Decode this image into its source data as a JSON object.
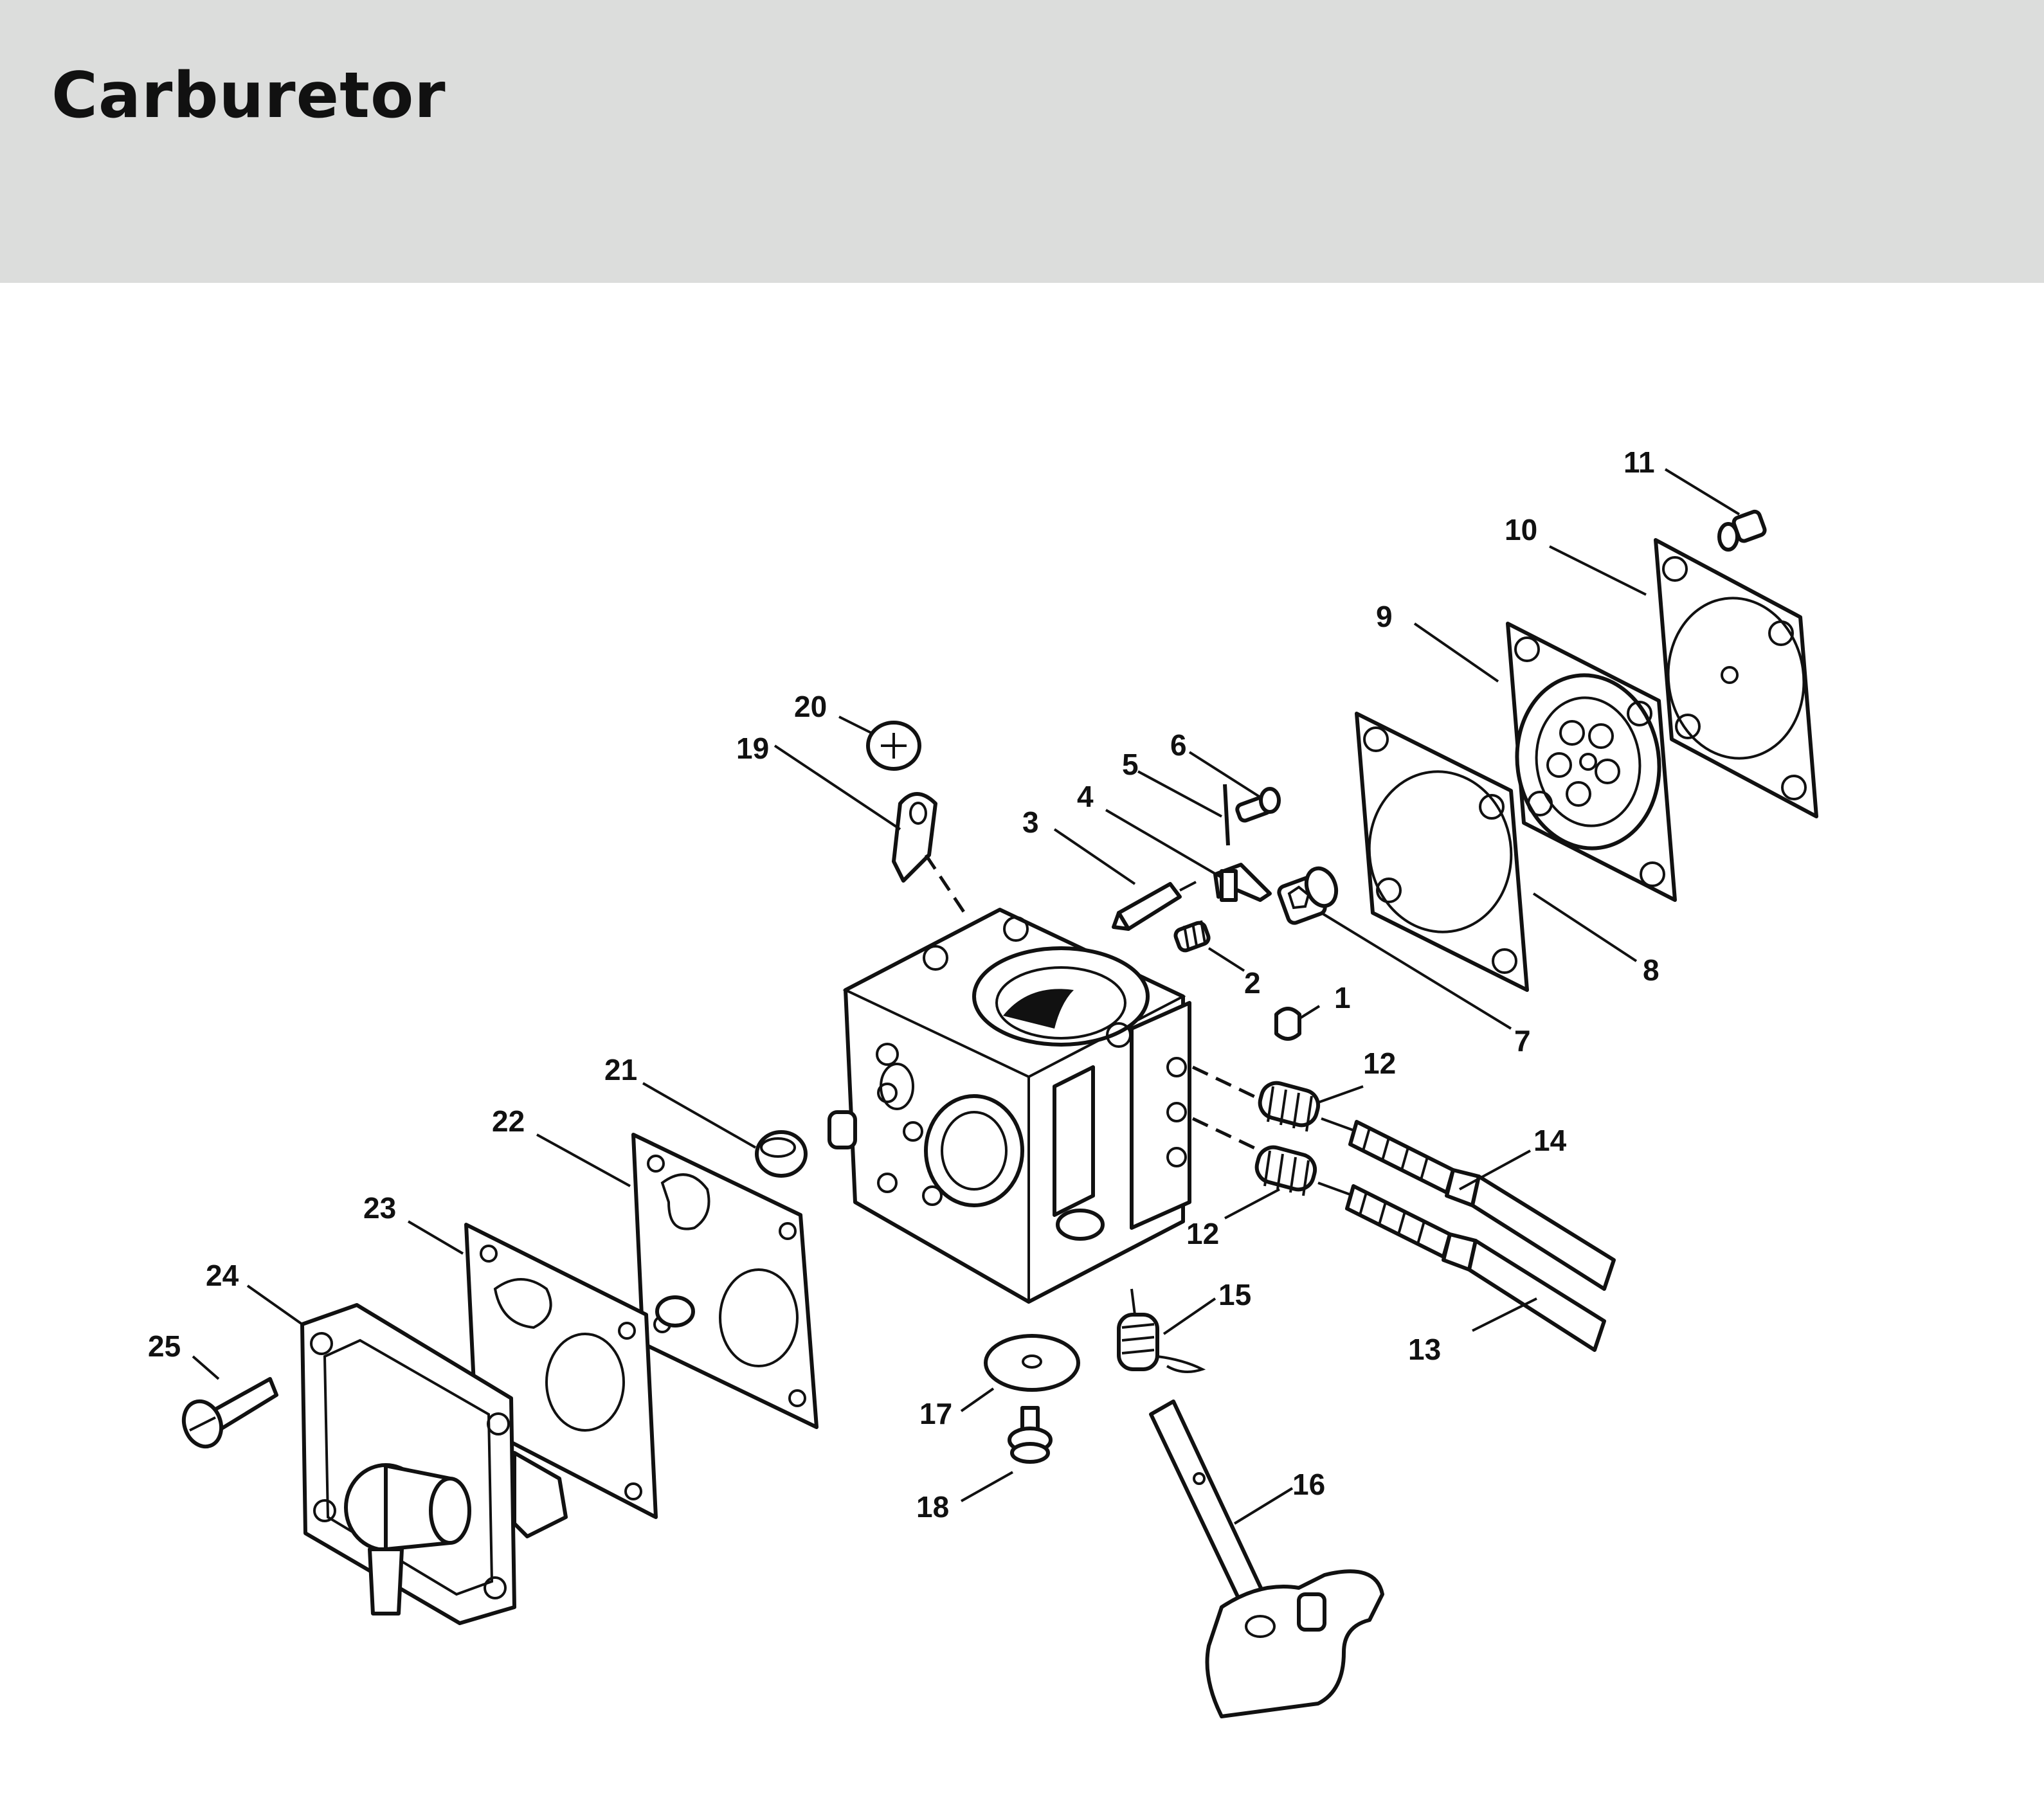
{
  "header": {
    "title": "Carburetor",
    "background": "#dcdddc"
  },
  "parts": [
    {
      "number": "1"
    },
    {
      "number": "2"
    },
    {
      "number": "3"
    },
    {
      "number": "4"
    },
    {
      "number": "5"
    },
    {
      "number": "6"
    },
    {
      "number": "7"
    },
    {
      "number": "8"
    },
    {
      "number": "9"
    },
    {
      "number": "10"
    },
    {
      "number": "11"
    },
    {
      "number": "12"
    },
    {
      "number": "12"
    },
    {
      "number": "13"
    },
    {
      "number": "14"
    },
    {
      "number": "15"
    },
    {
      "number": "16"
    },
    {
      "number": "17"
    },
    {
      "number": "18"
    },
    {
      "number": "19"
    },
    {
      "number": "20"
    },
    {
      "number": "21"
    },
    {
      "number": "22"
    },
    {
      "number": "23"
    },
    {
      "number": "24"
    },
    {
      "number": "25"
    }
  ]
}
